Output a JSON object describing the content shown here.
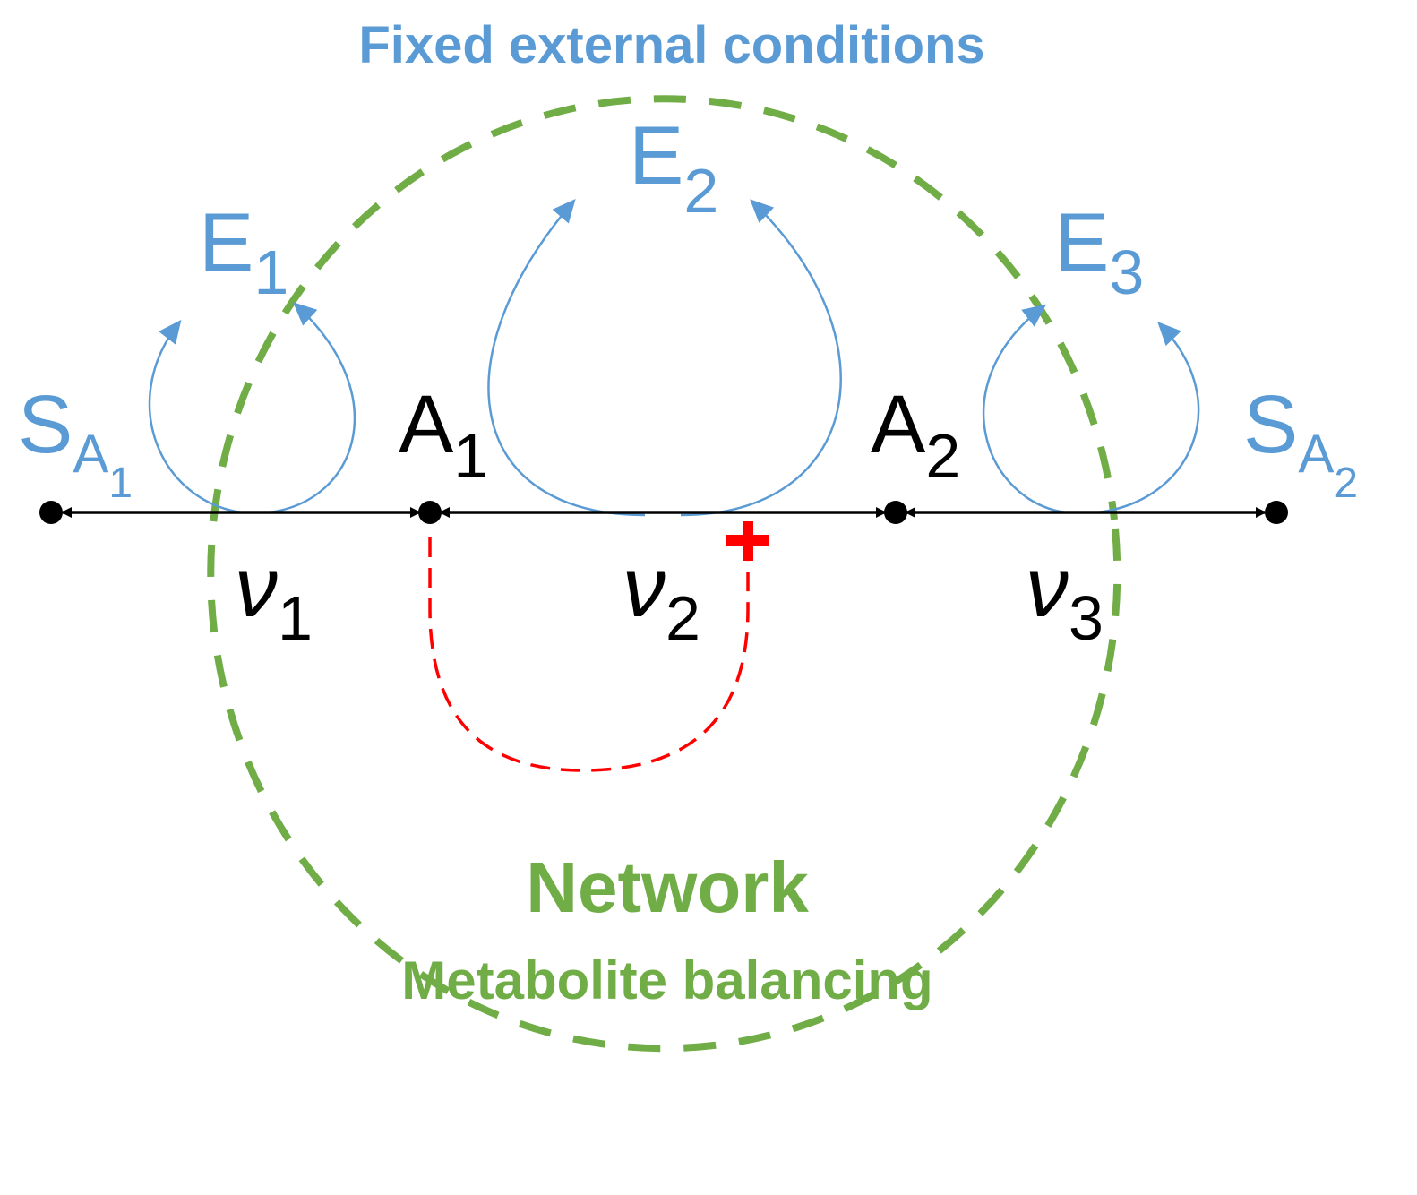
{
  "header": {
    "title": "Fixed external conditions"
  },
  "labels": {
    "network": "Network",
    "balancing": "Metabolite balancing"
  },
  "enzymes": [
    {
      "base": "E",
      "sub": "1"
    },
    {
      "base": "E",
      "sub": "2"
    },
    {
      "base": "E",
      "sub": "3"
    }
  ],
  "nodes": {
    "sa1": {
      "base": "S",
      "sub": "A",
      "subsub": "1"
    },
    "a1": {
      "base": "A",
      "sub": "1"
    },
    "a2": {
      "base": "A",
      "sub": "2"
    },
    "sa2": {
      "base": "S",
      "sub": "A",
      "subsub": "2"
    }
  },
  "reactions": [
    {
      "base": "ν",
      "sub": "1"
    },
    {
      "base": "ν",
      "sub": "2"
    },
    {
      "base": "ν",
      "sub": "3"
    }
  ],
  "regulation": {
    "sign": "+"
  },
  "colors": {
    "blue": "#5b9bd5",
    "green": "#70ad47",
    "red": "#ff0000",
    "black": "#000000"
  }
}
